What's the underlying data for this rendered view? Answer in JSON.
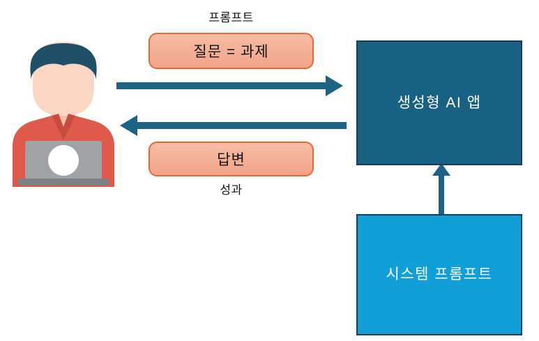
{
  "diagram": {
    "title_caption": "프롬프트",
    "outcome_caption": "성과",
    "colors": {
      "genai_box": "#196182",
      "system_prompt_box": "#119FD8",
      "pill_fill": "#F4AD90",
      "pill_border": "#E4673A",
      "arrow": "#1E6383",
      "box_border": "#1B3C54",
      "hair": "#1E4F67",
      "skin": "#FAD7C3",
      "shirt": "#E05A4B",
      "laptop": "#A0A3A6",
      "laptop_base": "#7D8184",
      "laptop_dot": "#FFFFFF",
      "background": "#FFFFFF"
    }
  },
  "nodes": {
    "user": {
      "name": "user-person-laptop-icon"
    },
    "genai_app": {
      "label": "생성형 AI 앱"
    },
    "system_prompt": {
      "label": "시스템 프롬프트"
    }
  },
  "pills": {
    "prompt": {
      "label": "질문 = 과제"
    },
    "answer": {
      "label": "답변"
    }
  },
  "arrows": [
    {
      "name": "arrow-user-to-genai",
      "direction": "right"
    },
    {
      "name": "arrow-genai-to-user",
      "direction": "left"
    },
    {
      "name": "arrow-system-prompt-to-genai",
      "direction": "up"
    }
  ]
}
